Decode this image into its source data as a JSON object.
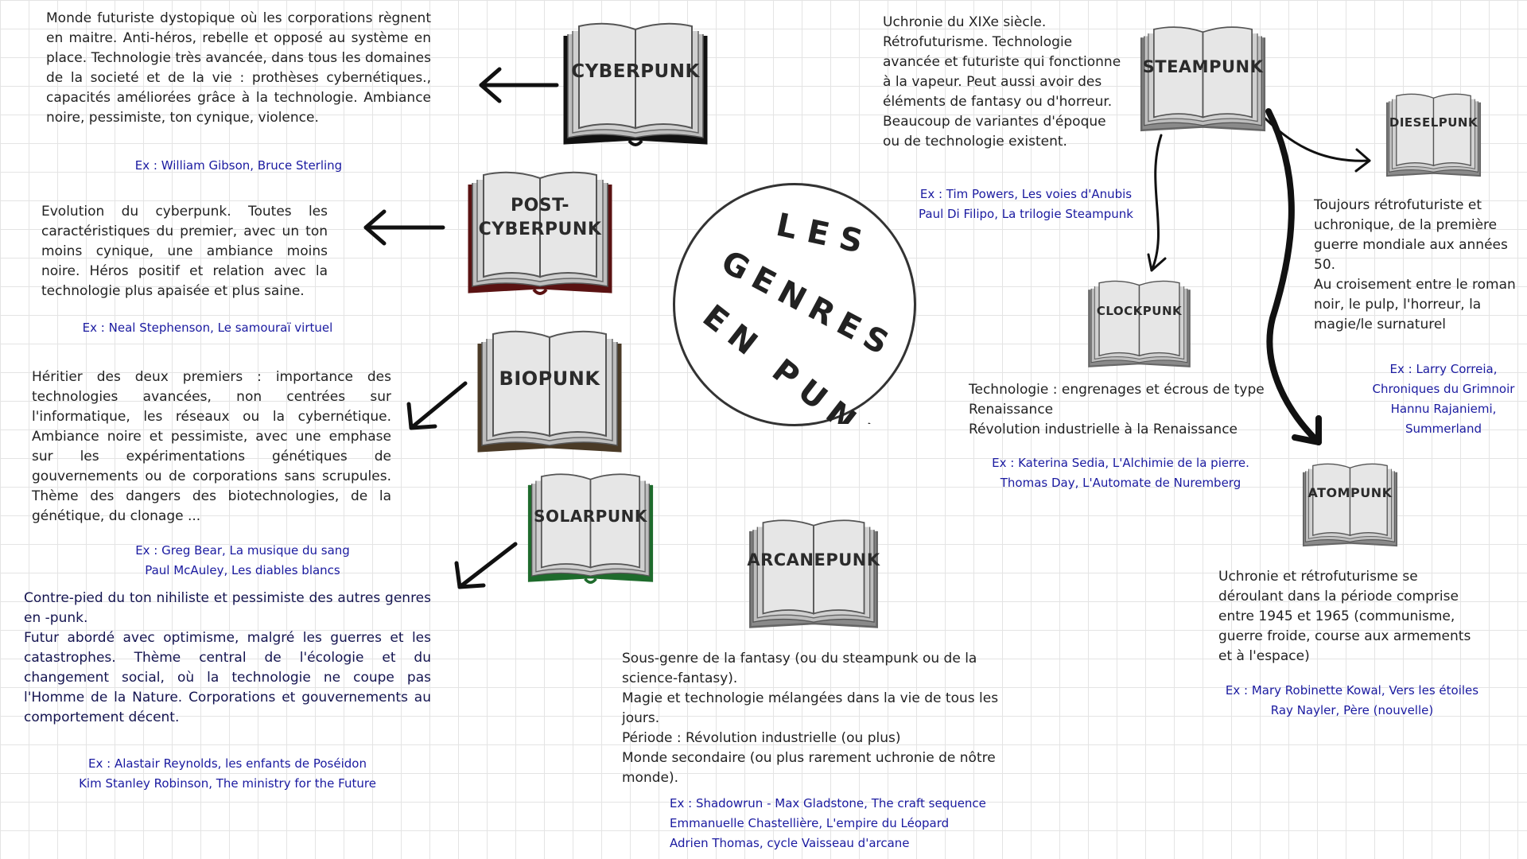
{
  "center": {
    "line1": "LES",
    "line2": "GENRES",
    "line3": "EN PUNK"
  },
  "genres": {
    "cyberpunk": {
      "title": "CYBERPUNK",
      "description": "Monde futuriste dystopique où les corporations règnent en maitre. Anti-héros, rebelle et opposé au système en place. Technologie très avancée, dans tous les domaines de la societé et de la vie : prothèses cybernétiques., capacités améliorées grâce à la technologie. Ambiance noire, pessimiste, ton cynique, violence.",
      "examples": [
        "Ex : William Gibson, Bruce Sterling"
      ],
      "color": "#111111"
    },
    "postcyberpunk": {
      "title_line1": "POST-",
      "title_line2": "CYBERPUNK",
      "description": "Evolution du cyberpunk. Toutes les caractéristiques du premier, avec un ton moins cynique, une ambiance moins noire. Héros positif et relation avec la technologie plus apaisée et plus saine.",
      "examples": [
        "Ex : Neal Stephenson, Le samouraï virtuel"
      ],
      "color": "#5a1212"
    },
    "biopunk": {
      "title": "BIOPUNK",
      "description": "Héritier des deux premiers : importance des technologies avancées, non centrées sur l'informatique, les réseaux ou la cybernétique. Ambiance noire et pessimiste, avec une emphase sur les expérimentations génétiques de gouvernements ou de corporations sans scrupules. Thème des dangers des biotechnologies, de la génétique, du clonage ...",
      "examples": [
        "Ex : Greg Bear, La musique du sang",
        "Paul McAuley, Les diables blancs"
      ],
      "color": "#4a3a26"
    },
    "solarpunk": {
      "title": "SOLARPUNK",
      "description_lines": [
        "Contre-pied du ton nihiliste et pessimiste des autres genres en -punk.",
        "Futur abordé avec optimisme, malgré les guerres et les catastrophes. Thème central de l'écologie et du changement social, où la technologie ne coupe pas l'Homme de la Nature. Corporations et gouvernements au comportement décent."
      ],
      "examples": [
        "Ex : Alastair Reynolds, les enfants de Poséidon",
        "Kim Stanley Robinson, The ministry for the Future"
      ],
      "color": "#1e6b2c"
    },
    "arcanepunk": {
      "title": "ARCANEPUNK",
      "description_lines": [
        "Sous-genre de la fantasy (ou du steampunk ou de la science-fantasy).",
        "Magie et technologie mélangées dans la vie de tous les jours.",
        "Période : Révolution industrielle (ou plus)",
        "Monde secondaire (ou plus rarement uchronie de nôtre monde)."
      ],
      "examples": [
        "Ex : Shadowrun - Max Gladstone, The craft sequence",
        "Emmanuelle Chastellière, L'empire du Léopard",
        "Adrien Thomas, cycle Vaisseau d'arcane"
      ],
      "color": "#666666"
    },
    "steampunk": {
      "title": "STEAMPUNK",
      "description": "Uchronie du XIXe siècle. Rétrofuturisme. Technologie avancée et futuriste qui fonctionne à la vapeur. Peut aussi avoir des éléments de fantasy ou d'horreur. Beaucoup de variantes d'époque ou de technologie existent.",
      "examples": [
        "Ex : Tim Powers, Les voies d'Anubis",
        "Paul Di Filipo, La trilogie Steampunk"
      ],
      "color": "#777777"
    },
    "dieselpunk": {
      "title": "DIESELPUNK",
      "description_lines": [
        "Toujours rétrofuturiste et uchronique, de la première guerre mondiale aux années 50.",
        "Au croisement entre le roman noir, le pulp, l'horreur, la magie/le surnaturel"
      ],
      "examples": [
        "Ex : Larry Correia,",
        "Chroniques du Grimnoir",
        "Hannu Rajaniemi,",
        "Summerland"
      ],
      "color": "#777777"
    },
    "clockpunk": {
      "title": "CLOCKPUNK",
      "description_lines": [
        "Technologie : engrenages et écrous de type Renaissance",
        "Révolution industrielle à la Renaissance"
      ],
      "examples": [
        "Ex : Katerina Sedia, L'Alchimie de la pierre.",
        "Thomas Day, L'Automate de Nuremberg"
      ],
      "color": "#777777"
    },
    "atompunk": {
      "title": "ATOMPUNK",
      "description": "Uchronie et rétrofuturisme se déroulant dans la période comprise entre 1945 et 1965 (communisme, guerre froide, course aux armements et à l'espace)",
      "examples": [
        "Ex : Mary Robinette Kowal, Vers les étoiles",
        "Ray Nayler, Père (nouvelle)"
      ],
      "color": "#777777"
    }
  }
}
